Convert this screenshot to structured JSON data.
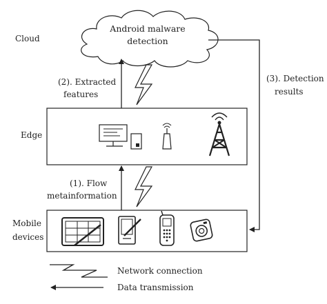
{
  "layers": {
    "cloud": "Cloud",
    "edge": "Edge",
    "mobile_line1": "Mobile",
    "mobile_line2": "devices"
  },
  "cloud_node": {
    "line1": "Android malware",
    "line2": "detection"
  },
  "flows": {
    "flow_meta_line1": "(1). Flow",
    "flow_meta_line2": "metainformation",
    "extracted_line1": "(2). Extracted",
    "extracted_line2": "features",
    "results_line1": "(3). Detection",
    "results_line2": "results"
  },
  "legend": {
    "network": "Network connection",
    "data": "Data transmission"
  },
  "icons": {
    "edge": [
      "server-icon",
      "wifi-router-icon",
      "cell-tower-icon"
    ],
    "mobile": [
      "tablet-icon",
      "pda-icon",
      "mobile-phone-icon",
      "camera-icon"
    ]
  }
}
